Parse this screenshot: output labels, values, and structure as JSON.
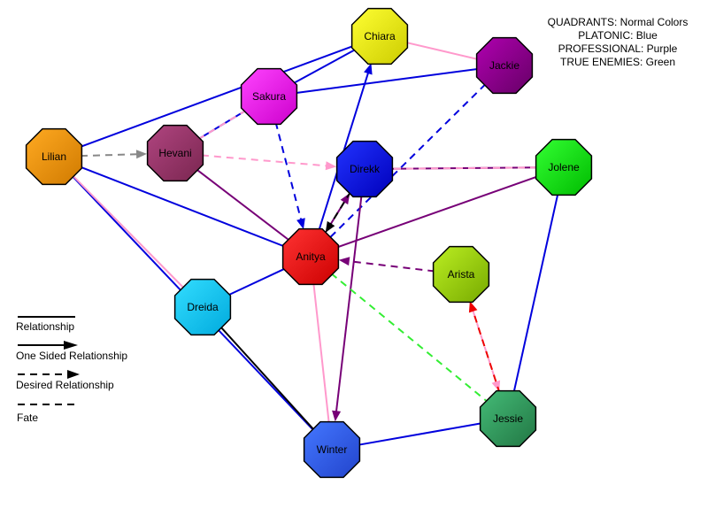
{
  "info": {
    "quadrants": "QUADRANTS: Normal Colors",
    "platonic": "PLATONIC: Blue",
    "professional": "PROFESSIONAL: Purple",
    "true_enemies": "TRUE ENEMIES: Green"
  },
  "legend": {
    "relationship": "Relationship",
    "one_sided": "One Sided Relationship",
    "desired": "Desired Relationship",
    "fate": "Fate"
  },
  "nodes": {
    "chiara": {
      "label": "Chiara",
      "color_light": "#ffff33",
      "color_dark": "#cccc00"
    },
    "jackie": {
      "label": "Jackie",
      "color_light": "#b000b0",
      "color_dark": "#660066"
    },
    "sakura": {
      "label": "Sakura",
      "color_light": "#ff44ff",
      "color_dark": "#cc00cc"
    },
    "hevani": {
      "label": "Hevani",
      "color_light": "#b04580",
      "color_dark": "#7a2650"
    },
    "lilian": {
      "label": "Lilian",
      "color_light": "#ffaa22",
      "color_dark": "#d07a00"
    },
    "direkk": {
      "label": "Direkk",
      "color_light": "#2233ff",
      "color_dark": "#0000bb"
    },
    "jolene": {
      "label": "Jolene",
      "color_light": "#33ff33",
      "color_dark": "#00bb00"
    },
    "anitya": {
      "label": "Anitya",
      "color_light": "#ff3333",
      "color_dark": "#cc0000"
    },
    "arista": {
      "label": "Arista",
      "color_light": "#bbee22",
      "color_dark": "#77aa00"
    },
    "dreida": {
      "label": "Dreida",
      "color_light": "#33ddff",
      "color_dark": "#00aadd"
    },
    "jessie": {
      "label": "Jessie",
      "color_light": "#44bb77",
      "color_dark": "#227744"
    },
    "winter": {
      "label": "Winter",
      "color_light": "#4477ff",
      "color_dark": "#2244cc"
    }
  },
  "edges": [
    {
      "from": "lilian",
      "to": "chiara",
      "style": "solid",
      "color": "#0000dd"
    },
    {
      "from": "lilian",
      "to": "hevani",
      "style": "desired",
      "color": "#888888"
    },
    {
      "from": "lilian",
      "to": "anitya",
      "style": "solid",
      "color": "#0000dd"
    },
    {
      "from": "lilian",
      "to": "winter",
      "style": "solid",
      "color": "#0000dd"
    },
    {
      "from": "lilian",
      "to": "dreida",
      "style": "solid",
      "color": "#ff99cc"
    },
    {
      "from": "hevani",
      "to": "sakura",
      "style": "solid",
      "color": "#0000dd"
    },
    {
      "from": "hevani",
      "to": "sakura",
      "style": "dashed",
      "color": "#ff99cc"
    },
    {
      "from": "hevani",
      "to": "direkk",
      "style": "desired",
      "color": "#ff99cc"
    },
    {
      "from": "hevani",
      "to": "anitya",
      "style": "solid",
      "color": "#770077"
    },
    {
      "from": "sakura",
      "to": "chiara",
      "style": "solid",
      "color": "#0000dd"
    },
    {
      "from": "sakura",
      "to": "jackie",
      "style": "solid",
      "color": "#0000dd"
    },
    {
      "from": "sakura",
      "to": "anitya",
      "style": "desired",
      "color": "#0000dd"
    },
    {
      "from": "chiara",
      "to": "jackie",
      "style": "solid",
      "color": "#ff99cc"
    },
    {
      "from": "anitya",
      "to": "chiara",
      "style": "arrow",
      "color": "#0000dd"
    },
    {
      "from": "jackie",
      "to": "anitya",
      "style": "dashed",
      "color": "#0000dd"
    },
    {
      "from": "direkk",
      "to": "jolene",
      "style": "solid",
      "color": "#770077"
    },
    {
      "from": "jolene",
      "to": "direkk",
      "style": "dashed",
      "color": "#ff99cc"
    },
    {
      "from": "anitya",
      "to": "direkk",
      "style": "arrow",
      "color": "#770077"
    },
    {
      "from": "direkk",
      "to": "anitya",
      "style": "desired",
      "color": "#000000"
    },
    {
      "from": "direkk",
      "to": "winter",
      "style": "arrow",
      "color": "#770077"
    },
    {
      "from": "anitya",
      "to": "jolene",
      "style": "solid",
      "color": "#770077"
    },
    {
      "from": "arista",
      "to": "anitya",
      "style": "desired",
      "color": "#770077"
    },
    {
      "from": "anitya",
      "to": "dreida",
      "style": "solid",
      "color": "#0000dd"
    },
    {
      "from": "anitya",
      "to": "winter",
      "style": "solid",
      "color": "#ff99cc"
    },
    {
      "from": "anitya",
      "to": "jessie",
      "style": "dashed",
      "color": "#33ee33"
    },
    {
      "from": "dreida",
      "to": "winter",
      "style": "solid",
      "color": "#000000"
    },
    {
      "from": "jolene",
      "to": "jessie",
      "style": "solid",
      "color": "#0000dd"
    },
    {
      "from": "arista",
      "to": "jessie",
      "style": "desired",
      "color": "#ff99cc"
    },
    {
      "from": "jessie",
      "to": "arista",
      "style": "desired",
      "color": "#ee0000"
    },
    {
      "from": "winter",
      "to": "jessie",
      "style": "solid",
      "color": "#0000dd"
    }
  ]
}
